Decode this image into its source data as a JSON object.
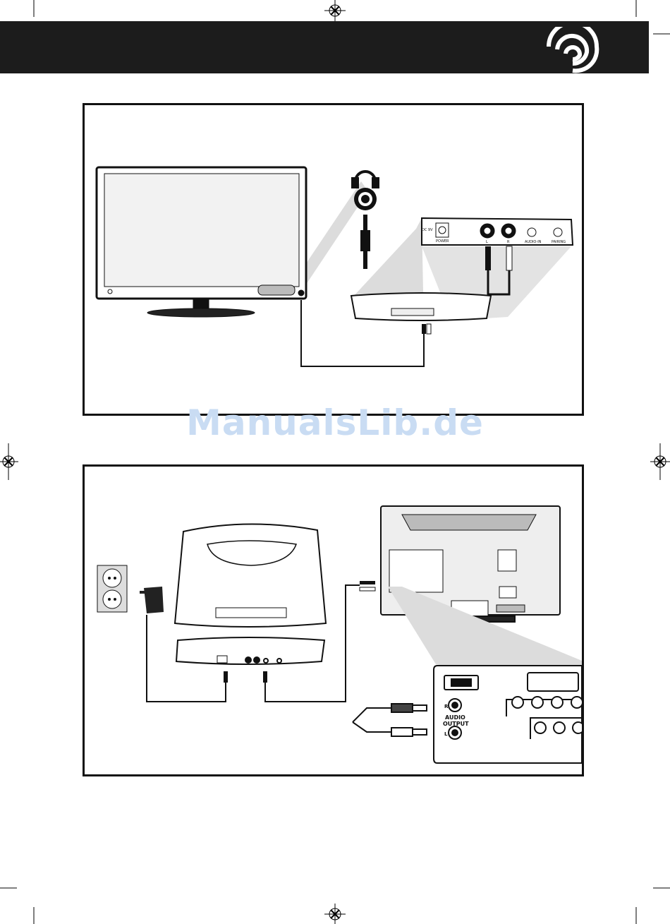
{
  "watermark": "ManualsLib.de",
  "rear_panel_top": {
    "dc_label": "DC 9V",
    "power_label": "POWER",
    "left_label": "L",
    "right_label": "R",
    "audio_in_label": "AUDIO-IN",
    "pairing_label": "PAIRING"
  },
  "tv_panel_bottom": {
    "r_label": "R",
    "audio_output_label": "AUDIO\nOUTPUT",
    "audio_label": "AUDIO",
    "output_label": "OUTPUT",
    "l_label": "L"
  },
  "colors": {
    "header": "#1c1c1c",
    "line": "#111111",
    "beam": "#d9d9d9",
    "watermark": "#c9dcf3"
  }
}
